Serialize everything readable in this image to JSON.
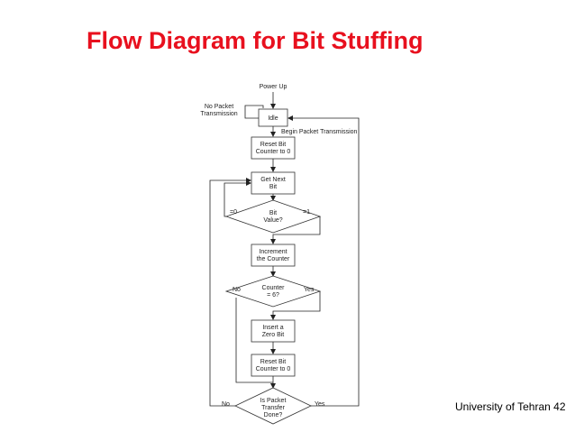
{
  "slide": {
    "title": "Flow Diagram for Bit Stuffing",
    "footer": "University of Tehran 42"
  },
  "diagram": {
    "power_up": "Power Up",
    "no_packet": [
      "No Packet",
      "Transmission"
    ],
    "idle": "Idle",
    "begin_packet": "Begin Packet Transmission",
    "reset_counter_1": [
      "Reset Bit",
      "Counter to 0"
    ],
    "get_next_bit": [
      "Get Next",
      "Bit"
    ],
    "bit_value": [
      "Bit",
      "Value?"
    ],
    "eq_zero": "=0",
    "eq_one": "=1",
    "increment": [
      "Increment",
      "the Counter"
    ],
    "counter_check": [
      "Counter",
      "= 6?"
    ],
    "no_1": "No",
    "yes_1": "Yes",
    "insert_zero": [
      "Insert a",
      "Zero Bit"
    ],
    "reset_counter_2": [
      "Reset Bit",
      "Counter to 0"
    ],
    "transfer_done": [
      "Is Packet",
      "Transfer",
      "Done?"
    ],
    "no_2": "No",
    "yes_2": "Yes"
  }
}
